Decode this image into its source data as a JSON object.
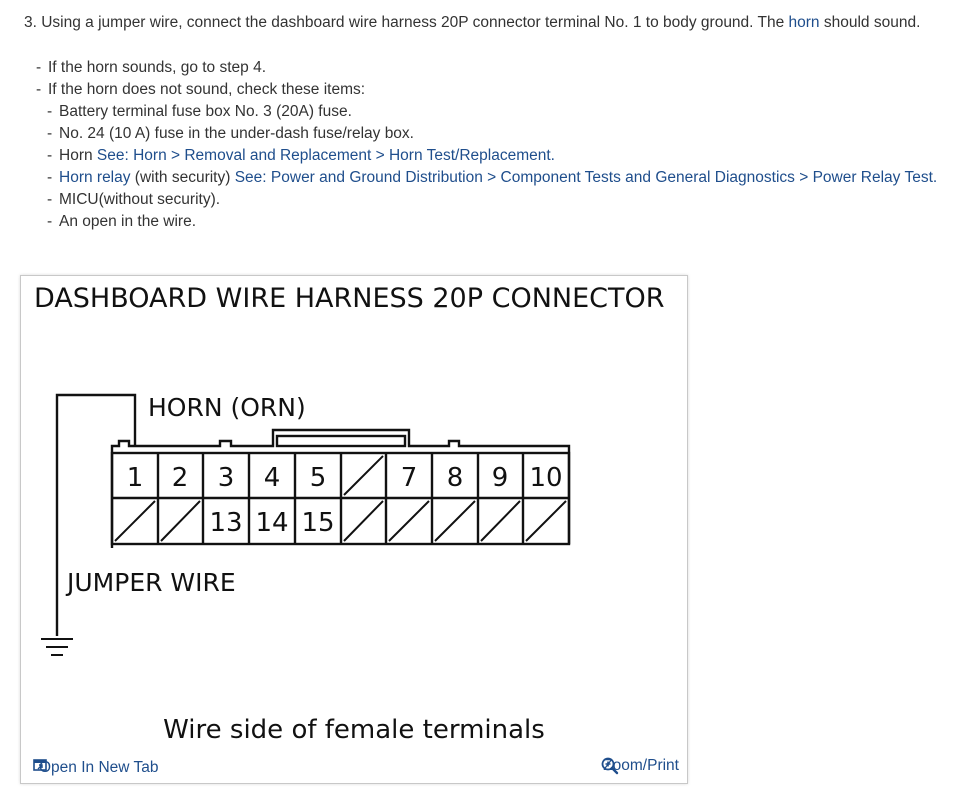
{
  "step": {
    "text_before": "3. Using a jumper wire, connect the dashboard wire harness 20P connector terminal No. 1 to body ground. The ",
    "link": "horn",
    "text_after": " should sound."
  },
  "checks": [
    {
      "dash": "-",
      "text": "If the horn sounds, go to step 4."
    },
    {
      "dash": "-",
      "text": "If the horn does not sound, check these items:"
    }
  ],
  "sub_checks": {
    "battery": "Battery terminal fuse box No. 3 (20A) fuse.",
    "fuse24": "No. 24 (10 A) fuse in the under-dash fuse/relay box.",
    "horn_prefix": "Horn ",
    "horn_link": "See: Horn > Removal and Replacement > Horn Test/Replacement.",
    "relay_link1": "Horn relay",
    "relay_mid": " (with security) ",
    "relay_link2": "See: Power and Ground Distribution > Component Tests and General Diagnostics > Power Relay Test.",
    "micu": "MICU(without security).",
    "open_wire": "An open in the wire."
  },
  "dash_char": "-",
  "diagram": {
    "title": "DASHBOARD WIRE HARNESS 20P CONNECTOR",
    "horn_label": "HORN (ORN)",
    "jumper_label": "JUMPER WIRE",
    "caption": "Wire side of female terminals",
    "top_row": [
      "1",
      "2",
      "3",
      "4",
      "5",
      "",
      "7",
      "8",
      "9",
      "10"
    ],
    "bottom_row": [
      "",
      "",
      "13",
      "14",
      "15",
      "",
      "",
      "",
      "",
      ""
    ]
  },
  "footer": {
    "open_tab": "Open In New Tab",
    "zoom": "Zoom/Print"
  },
  "colors": {
    "link": "#1f4e8c",
    "text": "#333333",
    "diagram_ink": "#111111"
  }
}
